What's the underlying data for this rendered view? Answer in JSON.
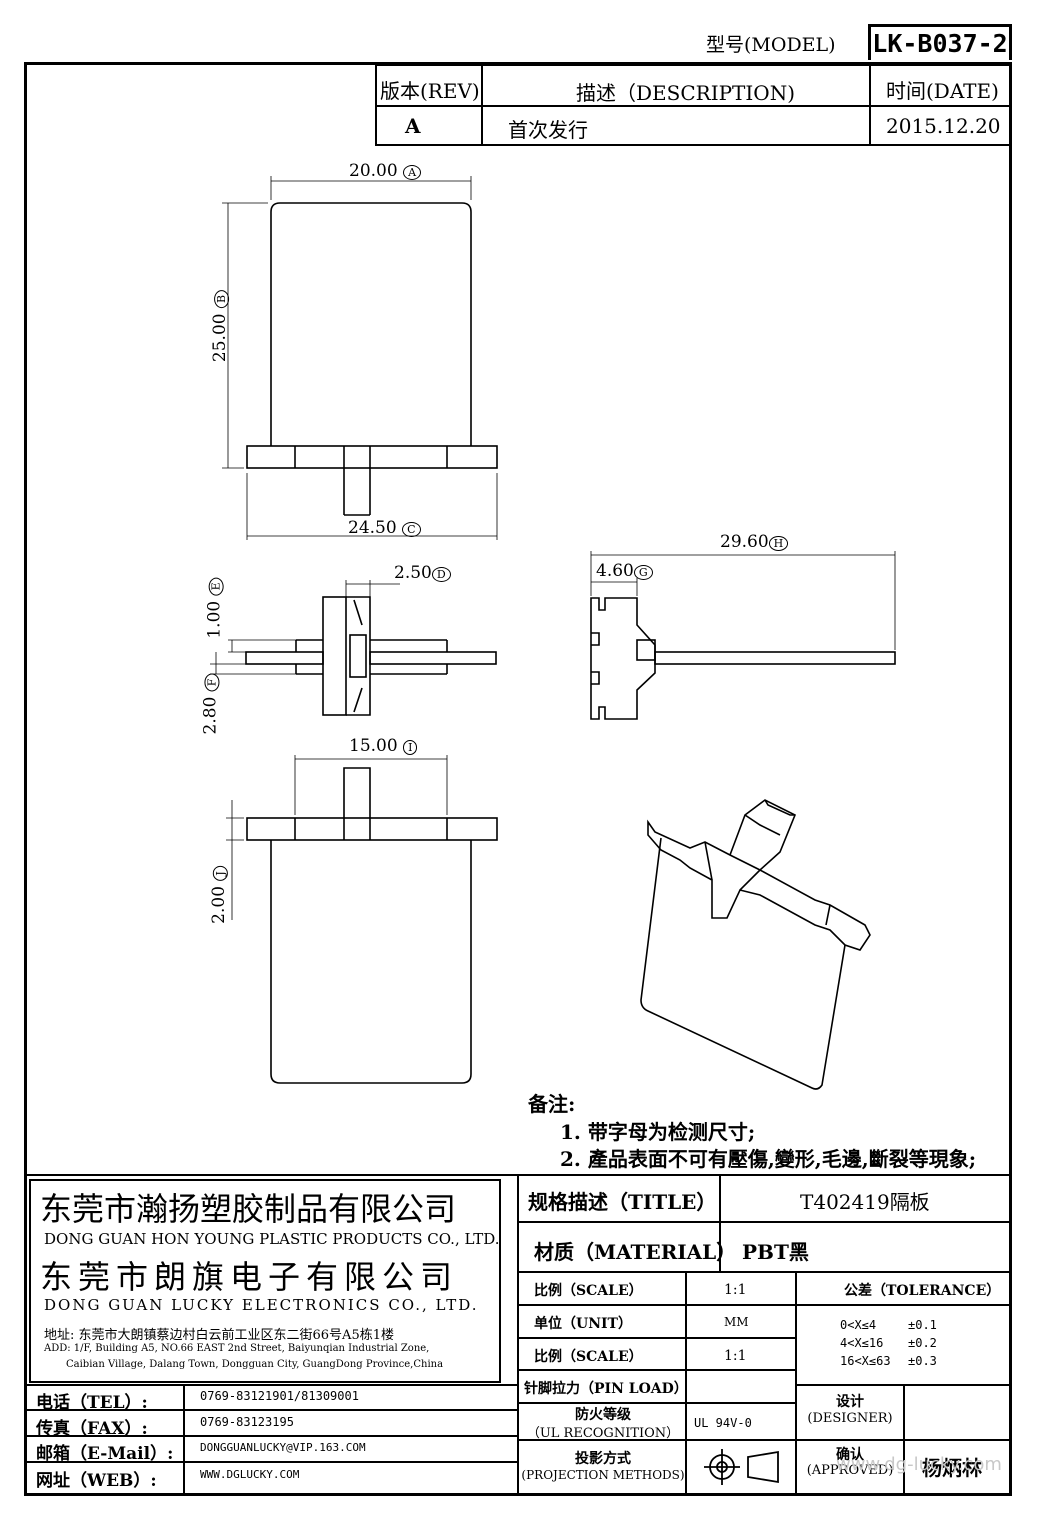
{
  "header": {
    "model_label": "型号(MODEL)",
    "model_value": "LK-B037-2"
  },
  "revision_table": {
    "headers": [
      "版本(REV)",
      "描述（DESCRIPTION)",
      "时间(DATE)"
    ],
    "rows": [
      [
        "A",
        "首次发行",
        "2015.12.20"
      ]
    ]
  },
  "dimensions": {
    "A": {
      "value": "20.00",
      "circle": "A"
    },
    "B": {
      "value": "25.00",
      "circle": "B"
    },
    "C": {
      "value": "24.50",
      "circle": "C"
    },
    "D": {
      "value": "2.50",
      "circle": "D"
    },
    "E": {
      "value": "1.00",
      "circle": "E"
    },
    "F": {
      "value": "2.80",
      "circle": "F"
    },
    "G": {
      "value": "4.60",
      "circle": "G"
    },
    "H": {
      "value": "29.60",
      "circle": "H"
    },
    "I": {
      "value": "15.00",
      "circle": "I"
    },
    "J": {
      "value": "2.00",
      "circle": "J"
    }
  },
  "notes": {
    "title": "备注:",
    "items": [
      "1. 带字母为检测尺寸;",
      "2. 產品表面不可有壓傷,變形,毛邊,斷裂等現象;"
    ]
  },
  "company": {
    "name_cn_1": "东莞市瀚扬塑胶制品有限公司",
    "name_en_1": "DONG GUAN HON YOUNG PLASTIC PRODUCTS CO., LTD.",
    "name_cn_2": "东莞市朗旗电子有限公司",
    "name_en_2": "DONG GUAN LUCKY ELECTRONICS CO., LTD.",
    "address_cn": "地址: 东莞市大朗镇蔡边村白云前工业区东二街66号A5栋1楼",
    "address_en_1": "ADD: 1/F, Building A5, NO.66 EAST 2nd Street, Baiyunqian Industrial Zone,",
    "address_en_2": "Caibian Village, Dalang Town, Dongguan City, GuangDong Province,China"
  },
  "contacts": [
    {
      "label": "电话（TEL）:",
      "value": "0769-83121901/81309001"
    },
    {
      "label": "传真（FAX）:",
      "value": "0769-83123195"
    },
    {
      "label": "邮箱（E-Mail）:",
      "value": "DONGGUANLUCKY@VIP.163.COM"
    },
    {
      "label": "网址（WEB）:",
      "value": "WWW.DGLUCKY.COM"
    }
  ],
  "spec": {
    "title_label": "规格描述（TITLE）",
    "title_value": "T402419隔板",
    "material_label": "材质（MATERIAL）",
    "material_value": "PBT黑",
    "scale_label": "比例（SCALE）",
    "scale_value": "1:1",
    "unit_label": "单位（UNIT）",
    "unit_value": "MM",
    "scale2_label": "比例（SCALE）",
    "scale2_value": "1:1",
    "pin_label": "针脚拉力（PIN LOAD）",
    "pin_value": "",
    "fire_label_1": "防火等级",
    "fire_label_2": "（UL RECOGNITION）",
    "fire_value": "UL 94V-0",
    "proj_label_1": "投影方式",
    "proj_label_2": "(PROJECTION METHODS)",
    "tolerance_label": "公差（TOLERANCE）",
    "tolerance_rows": [
      {
        "range": "0<X≤4",
        "tol": "±0.1"
      },
      {
        "range": "4<X≤16",
        "tol": "±0.2"
      },
      {
        "range": "16<X≤63",
        "tol": "±0.3"
      }
    ],
    "designer_label_1": "设计",
    "designer_label_2": "(DESIGNER)",
    "designer_value": "",
    "approved_label_1": "确认",
    "approved_label_2": "(APPROVED)",
    "approved_value": "杨炳林"
  },
  "watermark": "www.dg-lucky.com"
}
